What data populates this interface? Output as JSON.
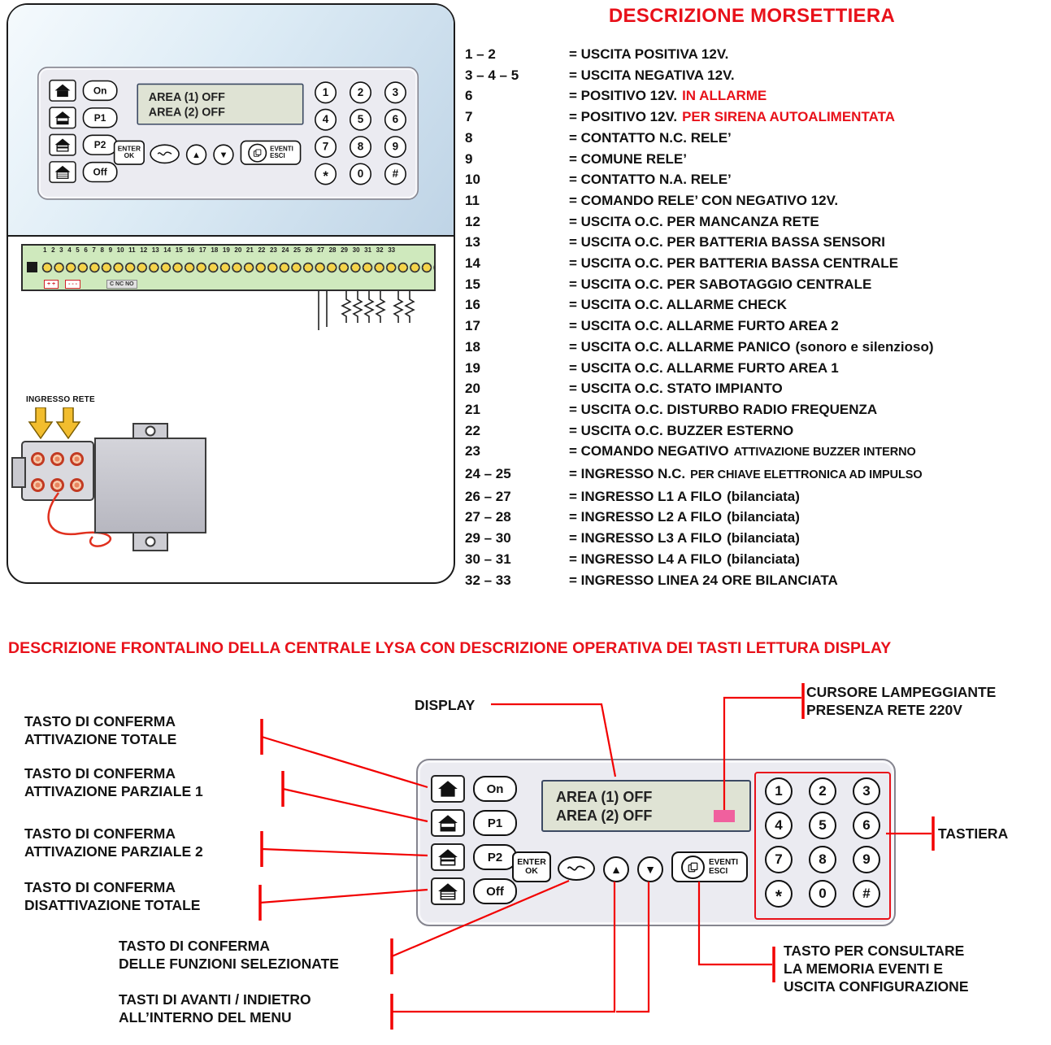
{
  "colors": {
    "accent_red": "#e8111a",
    "callout_line_red": "#f20000",
    "cursor_pink": "#f0609e",
    "strip_green": "#cfe9bd",
    "terminal_yellow": "#f5d44a"
  },
  "panel": {
    "buttons": {
      "on": "On",
      "p1": "P1",
      "p2": "P2",
      "off": "Off"
    },
    "display": {
      "line1": "AREA (1) OFF",
      "line2": "AREA (2) OFF"
    },
    "keypad": [
      "1",
      "2",
      "3",
      "4",
      "5",
      "6",
      "7",
      "8",
      "9",
      "*",
      "0",
      "#"
    ],
    "enter": [
      "ENTER",
      "OK"
    ],
    "eventi": [
      "EVENTI",
      "ESCI"
    ]
  },
  "board": {
    "terminal_numbers": "1 2 3 4 5 6 7 8 9 10 11 12 13 14 15 16 17 18 19 20 21 22 23 24 25 26 27 28 29 30 31 32 33",
    "label_plus": "+ +",
    "label_minus": "- - -",
    "label_relay": "C NC NO",
    "mains_label": "INGRESSO RETE"
  },
  "morsettiera": {
    "title": "DESCRIZIONE MORSETTIERA",
    "rows": [
      {
        "num": "1 – 2",
        "main": "= USCITA POSITIVA 12V."
      },
      {
        "num": "3 – 4 – 5",
        "main": "= USCITA NEGATIVA 12V."
      },
      {
        "num": "6",
        "main": "= POSITIVO 12V.",
        "extra": "IN ALLARME",
        "variant": "red"
      },
      {
        "num": "7",
        "main": "= POSITIVO 12V.",
        "extra": "PER SIRENA AUTOALIMENTATA",
        "variant": "red"
      },
      {
        "num": "8",
        "main": "= CONTATTO N.C. RELE’"
      },
      {
        "num": "9",
        "main": "= COMUNE RELE’"
      },
      {
        "num": "10",
        "main": "= CONTATTO N.A. RELE’"
      },
      {
        "num": "11",
        "main": "= COMANDO RELE’ CON NEGATIVO 12V."
      },
      {
        "num": "12",
        "main": "= USCITA O.C. PER MANCANZA RETE"
      },
      {
        "num": "13",
        "main": "= USCITA O.C. PER BATTERIA BASSA SENSORI"
      },
      {
        "num": "14",
        "main": "= USCITA O.C. PER BATTERIA BASSA CENTRALE"
      },
      {
        "num": "15",
        "main": "= USCITA O.C. PER SABOTAGGIO CENTRALE"
      },
      {
        "num": "16",
        "main": "= USCITA O.C. ALLARME CHECK"
      },
      {
        "num": "17",
        "main": "= USCITA O.C. ALLARME FURTO AREA 2"
      },
      {
        "num": "18",
        "main": "= USCITA O.C. ALLARME PANICO",
        "extra": "(sonoro e silenzioso)",
        "variant": "plain"
      },
      {
        "num": "19",
        "main": "= USCITA O.C. ALLARME FURTO AREA 1"
      },
      {
        "num": "20",
        "main": "= USCITA O.C. STATO IMPIANTO"
      },
      {
        "num": "21",
        "main": "= USCITA O.C. DISTURBO RADIO FREQUENZA"
      },
      {
        "num": "22",
        "main": "= USCITA O.C. BUZZER ESTERNO"
      },
      {
        "num": "23",
        "main": "= COMANDO NEGATIVO",
        "extra": "ATTIVAZIONE BUZZER INTERNO",
        "variant": "small"
      },
      {
        "num": "24 – 25",
        "main": "= INGRESSO N.C.",
        "extra": "PER CHIAVE ELETTRONICA AD IMPULSO",
        "variant": "small"
      },
      {
        "num": "26 – 27",
        "main": "= INGRESSO L1 A FILO",
        "extra": "(bilanciata)",
        "variant": "plain"
      },
      {
        "num": "27 – 28",
        "main": "= INGRESSO L2 A FILO",
        "extra": "(bilanciata)",
        "variant": "plain"
      },
      {
        "num": "29 – 30",
        "main": "= INGRESSO L3 A FILO",
        "extra": "(bilanciata)",
        "variant": "plain"
      },
      {
        "num": "30 – 31",
        "main": "= INGRESSO L4 A FILO",
        "extra": "(bilanciata)",
        "variant": "plain"
      },
      {
        "num": "32 – 33",
        "main": "= INGRESSO LINEA 24 ORE BILANCIATA"
      }
    ]
  },
  "frontalino": {
    "title": "DESCRIZIONE FRONTALINO DELLA CENTRALE LYSA CON DESCRIZIONE OPERATIVA DEI TASTI LETTURA DISPLAY",
    "callouts": {
      "att_totale": [
        "TASTO DI CONFERMA",
        "ATTIVAZIONE TOTALE"
      ],
      "att_parziale1": [
        "TASTO DI CONFERMA",
        "ATTIVAZIONE PARZIALE 1"
      ],
      "att_parziale2": [
        "TASTO DI CONFERMA",
        "ATTIVAZIONE PARZIALE 2"
      ],
      "disatt_totale": [
        "TASTO DI CONFERMA",
        "DISATTIVAZIONE TOTALE"
      ],
      "display": "DISPLAY",
      "cursore": [
        "CURSORE LAMPEGGIANTE",
        "PRESENZA RETE 220V"
      ],
      "tastiera": "TASTIERA",
      "conferma_funzioni": [
        "TASTO DI CONFERMA",
        "DELLE FUNZIONI SELEZIONATE"
      ],
      "avanti_indietro": [
        "TASTI DI AVANTI / INDIETRO",
        "ALL’INTERNO DEL MENU"
      ],
      "memoria_eventi": [
        "TASTO PER CONSULTARE",
        "LA MEMORIA EVENTI E",
        "USCITA CONFIGURAZIONE"
      ]
    }
  }
}
